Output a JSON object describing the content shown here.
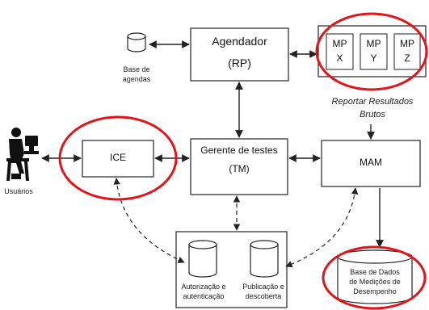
{
  "nodes": {
    "scheduler": {
      "title": "Agendador",
      "code": "(RP)"
    },
    "schedule_db": {
      "label_line1": "Base de",
      "label_line2": "agendas"
    },
    "probes": [
      {
        "line1": "MP",
        "line2": "X"
      },
      {
        "line1": "MP",
        "line2": "Y"
      },
      {
        "line1": "MP",
        "line2": "Z"
      }
    ],
    "report": {
      "line1": "Reportar Resultados",
      "line2": "Brutos"
    },
    "users": {
      "label": "Usuários"
    },
    "ice": {
      "label": "ICE"
    },
    "test_manager": {
      "title": "Gerente de testes",
      "code": "(TM)"
    },
    "mam": {
      "label": "MAM"
    },
    "auth_db": {
      "line1": "Autorização e",
      "line2": "autenticação"
    },
    "pub_db": {
      "line1": "Publicação e",
      "line2": "descoberta"
    },
    "perf_db": {
      "line1": "Base de Dados",
      "line2": "de Medições de",
      "line3": "Desempenho"
    }
  },
  "highlight_color": "#e0151b",
  "line_color": "#222222"
}
